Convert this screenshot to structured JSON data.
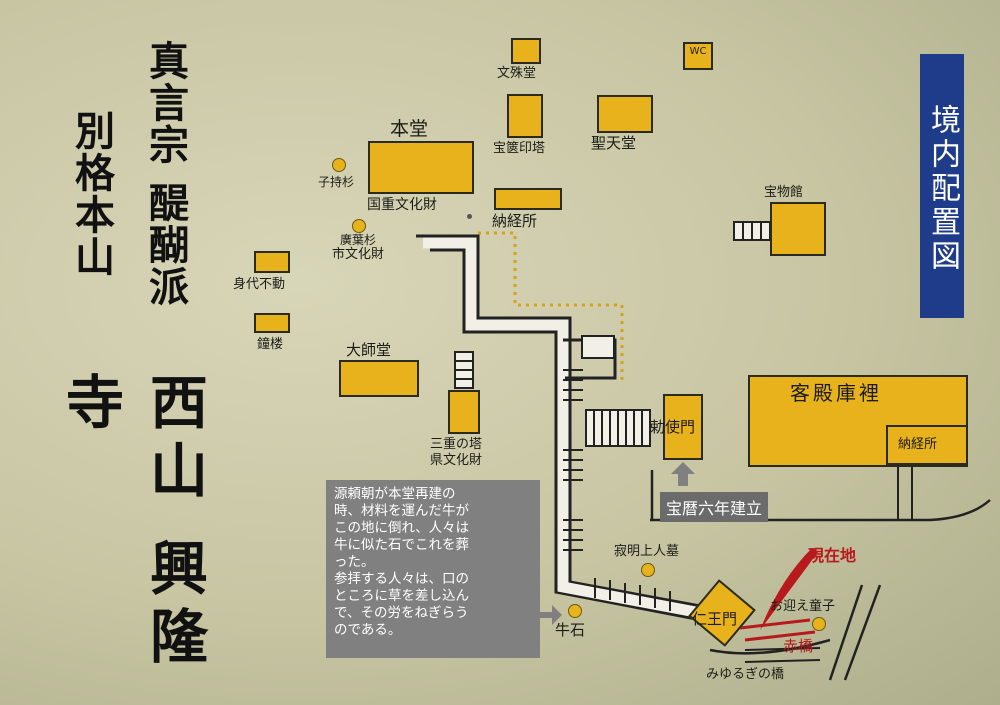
{
  "temple": {
    "sect": "真言宗 醍醐派",
    "rank": "別格本山",
    "name": "西山 興隆寺"
  },
  "map_title": "境内配置図",
  "buildings": {
    "hondo": "本堂",
    "hondo_status": "国重文化財",
    "monju": "文殊堂",
    "wc": "WC",
    "hokyoin": "宝篋印塔",
    "shoten": "聖天堂",
    "nokyo_top": "納経所",
    "homotsu": "宝物館",
    "mishiro": "身代不動",
    "shoro": "鐘楼",
    "daishi": "大師堂",
    "sanju": "三重の塔",
    "sanju_status": "県文化財",
    "choku": "勅使門",
    "kyakuden": "客殿庫裡",
    "nokyo_right": "納経所",
    "niomon": "仁王門"
  },
  "trees": {
    "komochi": "子持杉",
    "haiyo": "廣葉杉",
    "haiyo_status": "市文化財"
  },
  "features": {
    "jakumyo": "寂明上人墓",
    "ushiishi": "牛石",
    "omukae": "お迎え童子",
    "akabashi": "赤橋",
    "miyurugi": "みゆるぎの橋",
    "genzaichi": "現在地",
    "choku_year": "宝暦六年建立"
  },
  "note": "源頼朝が本堂再建の\n時、材料を運んだ牛が\nこの地に倒れ、人々は\n牛に似た石でこれを葬\nった。\n参拝する人々は、口の\nところに草を差し込ん\nで、その労をねぎらう\nのである。",
  "colors": {
    "building": "#e8b21c",
    "title_box": "#1f3c8a",
    "current_location": "#b8191c"
  }
}
